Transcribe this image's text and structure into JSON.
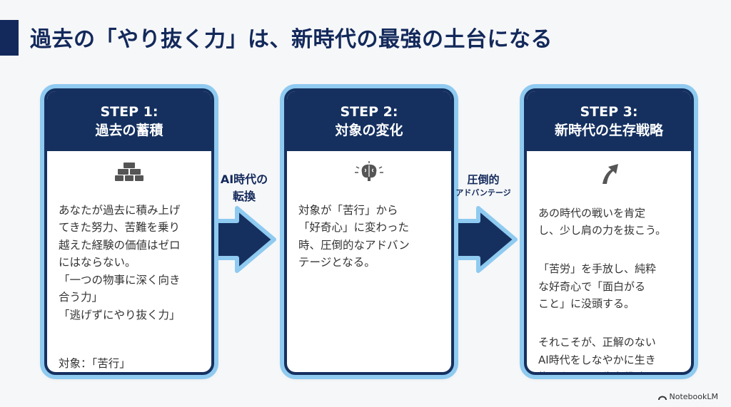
{
  "title": "過去の「やり抜く力」は、新時代の最強の土台になる",
  "cards": [
    {
      "step": "STEP 1:",
      "subtitle": "過去の蓄積",
      "icon": "gold-bars-icon",
      "paragraphs": [
        "あなたが過去に積み上げ\nてきた努力、苦難を乗り\n越えた経験の価値はゼロ\nにはならない。\n「一つの物事に深く向き\n合う力」\n「逃げずにやり抜く力」",
        "対象：「苦行」"
      ]
    },
    {
      "step": "STEP 2:",
      "subtitle": "対象の変化",
      "icon": "brain-icon",
      "paragraphs": [
        "対象が「苦行」から\n「好奇心」に変わった\n時、圧倒的なアドバン\nテージとなる。"
      ]
    },
    {
      "step": "STEP 3:",
      "subtitle": "新時代の生存戦略",
      "icon": "up-arrow-icon",
      "paragraphs": [
        "あの時代の戦いを肯定\nし、少し肩の力を抜こう。",
        "「苦労」を手放し、純粋\nな好奇心で「面白がる\nこと」に没頭する。",
        "それこそが、正解のない\nAI時代をしなやかに生き\n抜く私たちの生存戦略で\nある。"
      ]
    }
  ],
  "arrows": [
    {
      "label_line1": "AI時代の",
      "label_line2": "転換"
    },
    {
      "label_line1": "圧倒的",
      "label_line2": "アドバンテージ"
    }
  ],
  "brand": "NotebookLM",
  "colors": {
    "navy": "#15305f",
    "light_blue": "#8fcaf0",
    "gray": "#555555"
  }
}
